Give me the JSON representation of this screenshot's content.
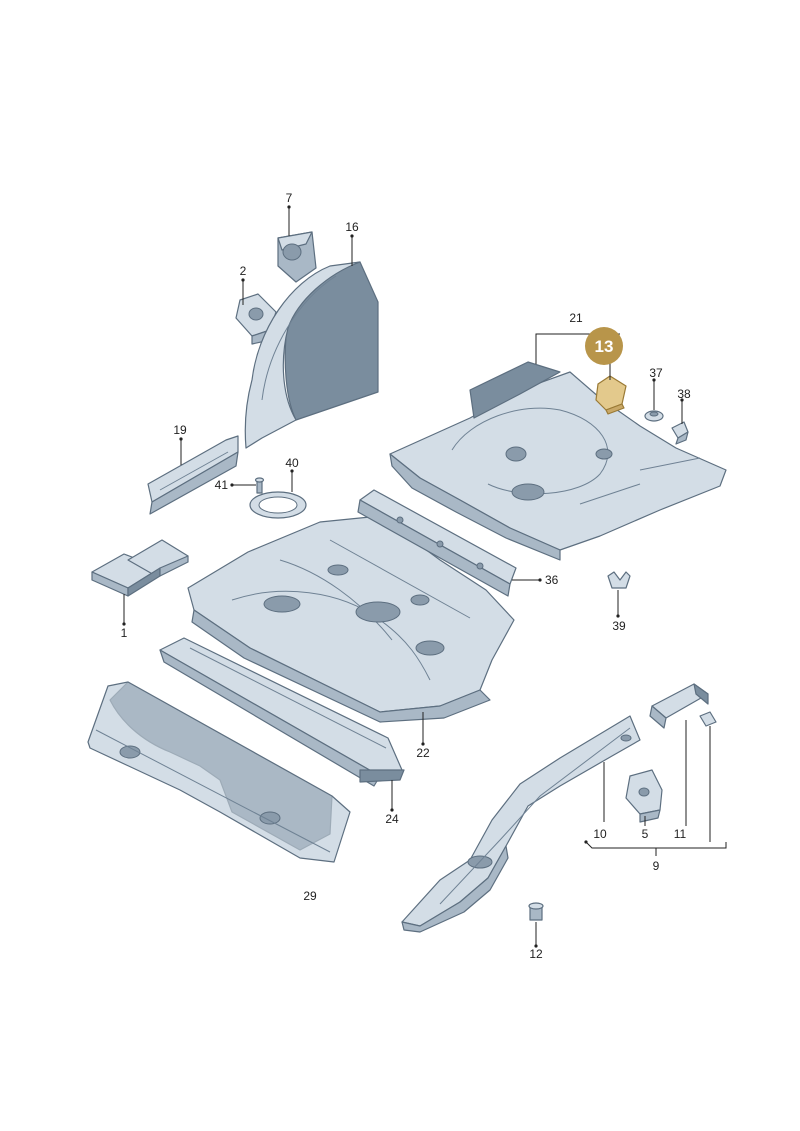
{
  "labels": {
    "p1": "1",
    "p2": "2",
    "p5": "5",
    "p7": "7",
    "p9": "9",
    "p10": "10",
    "p11": "11",
    "p12": "12",
    "p13": "13",
    "p16": "16",
    "p19": "19",
    "p21": "21",
    "p22": "22",
    "p24": "24",
    "p29": "29",
    "p36": "36",
    "p37": "37",
    "p38": "38",
    "p39": "39",
    "p40": "40",
    "p41": "41"
  },
  "colors": {
    "part_fill": "#d3dde6",
    "part_edge": "#5d6f80",
    "highlight": "#b8954a"
  }
}
